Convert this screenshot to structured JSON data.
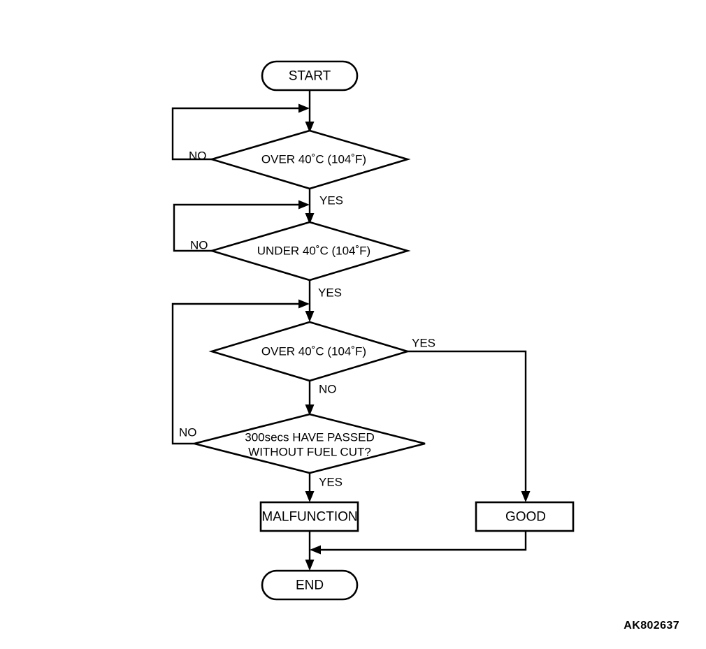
{
  "diagram": {
    "type": "flowchart",
    "reference_code": "AK802637",
    "colors": {
      "stroke": "#000000",
      "fill": "#ffffff",
      "background": "#ffffff"
    },
    "nodes": {
      "start": {
        "label": "START",
        "shape": "terminator"
      },
      "decision1": {
        "label": "OVER 40˚C (104˚F)",
        "shape": "diamond"
      },
      "decision2": {
        "label": "UNDER 40˚C (104˚F)",
        "shape": "diamond"
      },
      "decision3": {
        "label": "OVER 40˚C (104˚F)",
        "shape": "diamond"
      },
      "decision4": {
        "label_line1": "300secs HAVE PASSED",
        "label_line2": "WITHOUT FUEL CUT?",
        "shape": "diamond"
      },
      "malfunction": {
        "label": "MALFUNCTION",
        "shape": "process"
      },
      "good": {
        "label": "GOOD",
        "shape": "process"
      },
      "end": {
        "label": "END",
        "shape": "terminator"
      }
    },
    "edge_labels": {
      "d1_no": "NO",
      "d1_yes": "YES",
      "d2_no": "NO",
      "d2_yes": "YES",
      "d3_yes": "YES",
      "d3_no": "NO",
      "d4_no": "NO",
      "d4_yes": "YES"
    }
  }
}
